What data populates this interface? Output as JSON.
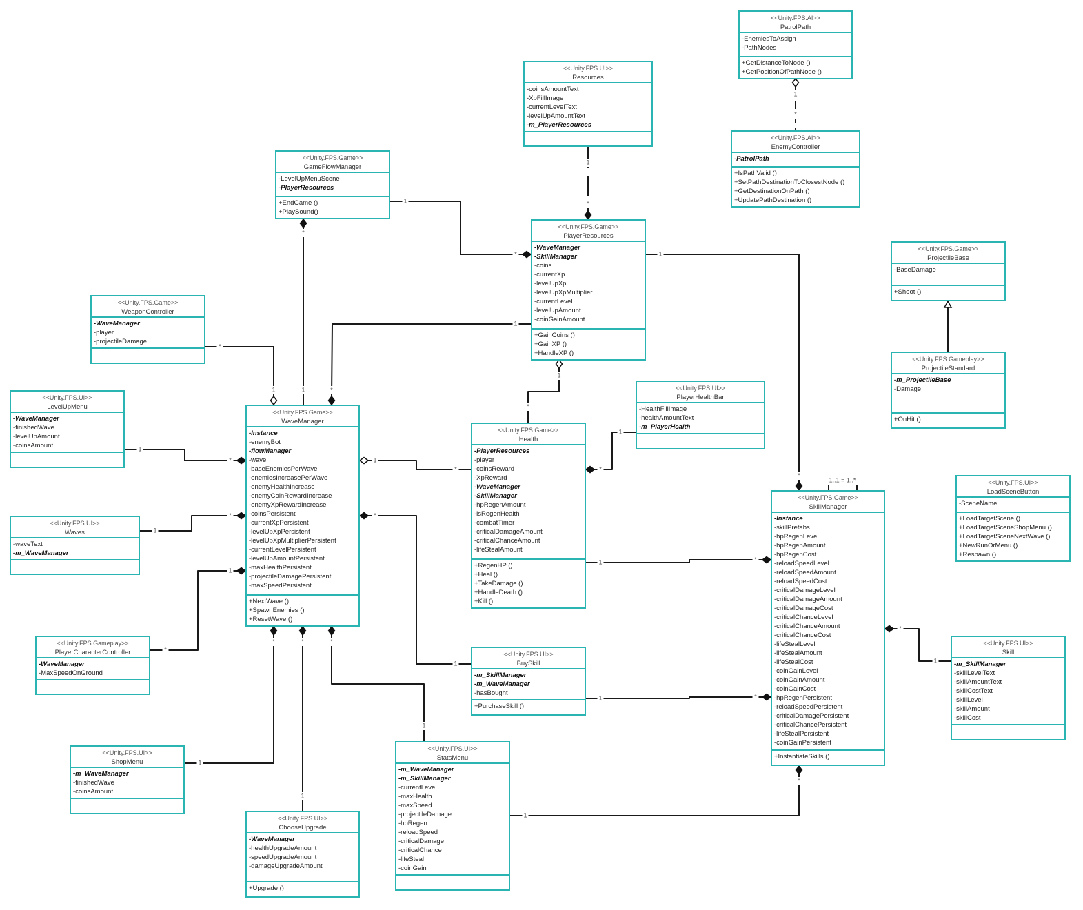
{
  "classes": [
    {
      "id": "PatrolPath",
      "stereotype": "<<Unity.FPS.AI>>",
      "name": "PatrolPath",
      "attributes": [
        {
          "text": "-EnemiesToAssign",
          "bold": false
        },
        {
          "text": "-PathNodes",
          "bold": false
        }
      ],
      "methods": [
        "+GetDistanceToNode ()",
        "+GetPositionOfPathNode ()"
      ]
    },
    {
      "id": "Resources",
      "stereotype": "<<Unity.FPS.UI>>",
      "name": "Resources",
      "attributes": [
        {
          "text": "-coinsAmountText",
          "bold": false
        },
        {
          "text": "-XpFillImage",
          "bold": false
        },
        {
          "text": "-currentLevelText",
          "bold": false
        },
        {
          "text": "-levelUpAmountText",
          "bold": false
        },
        {
          "text": "-m_PlayerResources",
          "bold": true
        }
      ],
      "methods": []
    },
    {
      "id": "EnemyController",
      "stereotype": "<<Unity.FPS.AI>>",
      "name": "EnemyController",
      "attributes": [
        {
          "text": "-PatrolPath",
          "bold": true
        }
      ],
      "methods": [
        "+IsPathValid ()",
        "+SetPathDestinationToClosestNode ()",
        "+GetDestinationOnPath ()",
        "+UpdatePathDestination ()"
      ]
    },
    {
      "id": "GameFlowManager",
      "stereotype": "<<Unity.FPS.Game>>",
      "name": "GameFlowManager",
      "attributes": [
        {
          "text": "-LevelUpMenuScene",
          "bold": false
        },
        {
          "text": "-PlayerResources",
          "bold": true
        }
      ],
      "methods": [
        "+EndGame ()",
        "+PlaySound()"
      ]
    },
    {
      "id": "PlayerResources",
      "stereotype": "<<Unity.FPS.Game>>",
      "name": "PlayerResources",
      "attributes": [
        {
          "text": "-WaveManager",
          "bold": true
        },
        {
          "text": "-SkillManager",
          "bold": true
        },
        {
          "text": "-coins",
          "bold": false
        },
        {
          "text": "-currentXp",
          "bold": false
        },
        {
          "text": "-levelUpXp",
          "bold": false
        },
        {
          "text": "-levelUpXpMultiplier",
          "bold": false
        },
        {
          "text": "-currentLevel",
          "bold": false
        },
        {
          "text": "-levelUpAmount",
          "bold": false
        },
        {
          "text": "-coinGainAmount",
          "bold": false
        }
      ],
      "methods": [
        "+GainCoins ()",
        "+GainXP ()",
        "+HandleXP ()"
      ]
    },
    {
      "id": "ProjectileBase",
      "stereotype": "<<Unity.FPS.Game>>",
      "name": "ProjectileBase",
      "attributes": [
        {
          "text": "-BaseDamage",
          "bold": false
        }
      ],
      "methods": [
        "+Shoot ()"
      ]
    },
    {
      "id": "WeaponController",
      "stereotype": "<<Unity.FPS.Game>>",
      "name": "WeaponController",
      "attributes": [
        {
          "text": "-WaveManager",
          "bold": true
        },
        {
          "text": "-player",
          "bold": false
        },
        {
          "text": "-projectileDamage",
          "bold": false
        }
      ],
      "methods": []
    },
    {
      "id": "ProjectileStandard",
      "stereotype": "<<Unity.FPS.Gameplay>>",
      "name": "ProjectileStandard",
      "attributes": [
        {
          "text": "-m_ProjectileBase",
          "bold": true
        },
        {
          "text": "-Damage",
          "bold": false
        }
      ],
      "methods": [
        "+OnHit ()"
      ]
    },
    {
      "id": "PlayerHealthBar",
      "stereotype": "<<Unity.FPS.UI>>",
      "name": "PlayerHealthBar",
      "attributes": [
        {
          "text": "-HealthFillImage",
          "bold": false
        },
        {
          "text": "-healthAmountText",
          "bold": false
        },
        {
          "text": "-m_PlayerHealth",
          "bold": true
        }
      ],
      "methods": []
    },
    {
      "id": "LevelUpMenu",
      "stereotype": "<<Unity.FPS.UI>>",
      "name": "LevelUpMenu",
      "attributes": [
        {
          "text": "-WaveManager",
          "bold": true
        },
        {
          "text": "-finishedWave",
          "bold": false
        },
        {
          "text": "-levelUpAmount",
          "bold": false
        },
        {
          "text": "-coinsAmount",
          "bold": false
        }
      ],
      "methods": []
    },
    {
      "id": "WaveManager",
      "stereotype": "<<Unity.FPS.Game>>",
      "name": "WaveManager",
      "attributes": [
        {
          "text": "-Instance",
          "bold": true
        },
        {
          "text": "-enemyBot",
          "bold": false
        },
        {
          "text": "-flowManager",
          "bold": true
        },
        {
          "text": "-wave",
          "bold": false
        },
        {
          "text": "-baseEnemiesPerWave",
          "bold": false
        },
        {
          "text": "-enemiesIncreasePerWave",
          "bold": false
        },
        {
          "text": "-enemyHealthIncrease",
          "bold": false
        },
        {
          "text": "-enemyCoinRewardIncrease",
          "bold": false
        },
        {
          "text": "-enemyXpRewardIncrease",
          "bold": false
        },
        {
          "text": "-coinsPersistent",
          "bold": false
        },
        {
          "text": "-currentXpPersistent",
          "bold": false
        },
        {
          "text": "-levelUpXpPersistent",
          "bold": false
        },
        {
          "text": "-levelUpXpMultiplierPersistent",
          "bold": false
        },
        {
          "text": "-currentLevelPersistent",
          "bold": false
        },
        {
          "text": "-levelUpAmountPersistent",
          "bold": false
        },
        {
          "text": "-maxHealthPersistent",
          "bold": false
        },
        {
          "text": "-projectileDamagePersistent",
          "bold": false
        },
        {
          "text": "-maxSpeedPersistent",
          "bold": false
        }
      ],
      "methods": [
        "+NextWave ()",
        "+SpawnEnemies ()",
        "+ResetWave ()"
      ]
    },
    {
      "id": "Health",
      "stereotype": "<<Unity.FPS.Game>>",
      "name": "Health",
      "attributes": [
        {
          "text": "-PlayerResources",
          "bold": true
        },
        {
          "text": "-player",
          "bold": false
        },
        {
          "text": "-coinsReward",
          "bold": false
        },
        {
          "text": "-XpReward",
          "bold": false
        },
        {
          "text": "-WaveManager",
          "bold": true
        },
        {
          "text": "-SkillManager",
          "bold": true
        },
        {
          "text": "-hpRegenAmount",
          "bold": false
        },
        {
          "text": "-isRegenHealth",
          "bold": false
        },
        {
          "text": "-combatTimer",
          "bold": false
        },
        {
          "text": "-criticalDamageAmount",
          "bold": false
        },
        {
          "text": "-criticalChanceAmount",
          "bold": false
        },
        {
          "text": "-lifeStealAmount",
          "bold": false
        }
      ],
      "methods": [
        "+RegenHP ()",
        "+Heal ()",
        "+TakeDamage ()",
        "+HandleDeath ()",
        "+Kill ()"
      ]
    },
    {
      "id": "LoadSceneButton",
      "stereotype": "<<Unity.FPS.UI>>",
      "name": "LoadSceneButton",
      "attributes": [
        {
          "text": "-SceneName",
          "bold": false
        }
      ],
      "methods": [
        "+LoadTargetScene ()",
        "+LoadTargetSceneShopMenu ()",
        "+LoadTargetSceneNextWave ()",
        "+NewRunOrMenu ()",
        "+Respawn ()"
      ]
    },
    {
      "id": "SkillManager",
      "stereotype": "<<Unity.FPS.Game>>",
      "name": "SkillManager",
      "attributes": [
        {
          "text": "-Instance",
          "bold": true
        },
        {
          "text": "-skillPrefabs",
          "bold": false
        },
        {
          "text": "-hpRegenLevel",
          "bold": false
        },
        {
          "text": "-hpRegenAmount",
          "bold": false
        },
        {
          "text": "-hpRegenCost",
          "bold": false
        },
        {
          "text": "-reloadSpeedLevel",
          "bold": false
        },
        {
          "text": "-reloadSpeedAmount",
          "bold": false
        },
        {
          "text": "-reloadSpeedCost",
          "bold": false
        },
        {
          "text": "-criticalDamageLevel",
          "bold": false
        },
        {
          "text": "-criticalDamageAmount",
          "bold": false
        },
        {
          "text": "-criticalDamageCost",
          "bold": false
        },
        {
          "text": "-criticalChanceLevel",
          "bold": false
        },
        {
          "text": "-criticalChanceAmount",
          "bold": false
        },
        {
          "text": "-criticalChanceCost",
          "bold": false
        },
        {
          "text": "-lifeStealLevel",
          "bold": false
        },
        {
          "text": "-lifeStealAmount",
          "bold": false
        },
        {
          "text": "-lifeStealCost",
          "bold": false
        },
        {
          "text": "-coinGainLevel",
          "bold": false
        },
        {
          "text": "-coinGainAmount",
          "bold": false
        },
        {
          "text": "-coinGainCost",
          "bold": false
        },
        {
          "text": "-hpRegenPersistent",
          "bold": false
        },
        {
          "text": "-reloadSpeedPersistent",
          "bold": false
        },
        {
          "text": "-criticalDamagePersistent",
          "bold": false
        },
        {
          "text": "-criticalChancePersistent",
          "bold": false
        },
        {
          "text": "-lifeStealPersistent",
          "bold": false
        },
        {
          "text": "-coinGainPersistent",
          "bold": false
        }
      ],
      "methods": [
        "+InstantiateSkills ()"
      ]
    },
    {
      "id": "Waves",
      "stereotype": "<<Unity.FPS.UI>>",
      "name": "Waves",
      "attributes": [
        {
          "text": "-waveText",
          "bold": false
        },
        {
          "text": "-m_WaveManager",
          "bold": true
        }
      ],
      "methods": []
    },
    {
      "id": "PlayerCharacterController",
      "stereotype": "<<Unity.FPS.Gameplay>>",
      "name": "PlayerCharacterController",
      "attributes": [
        {
          "text": "-WaveManager",
          "bold": true
        },
        {
          "text": "-MaxSpeedOnGround",
          "bold": false
        }
      ],
      "methods": []
    },
    {
      "id": "Skill",
      "stereotype": "<<Unity.FPS.UI>>",
      "name": "Skill",
      "attributes": [
        {
          "text": "-m_SkillManager",
          "bold": true
        },
        {
          "text": "-skillLevelText",
          "bold": false
        },
        {
          "text": "-skillAmountText",
          "bold": false
        },
        {
          "text": "-skillCostText",
          "bold": false
        },
        {
          "text": "-skillLevel",
          "bold": false
        },
        {
          "text": "-skillAmount",
          "bold": false
        },
        {
          "text": "-skillCost",
          "bold": false
        }
      ],
      "methods": []
    },
    {
      "id": "BuySkill",
      "stereotype": "<<Unity.FPS.UI>>",
      "name": "BuySkill",
      "attributes": [
        {
          "text": "-m_SkillManager",
          "bold": true
        },
        {
          "text": "-m_WaveManager",
          "bold": true
        },
        {
          "text": "-hasBought",
          "bold": false
        }
      ],
      "methods": [
        "+PurchaseSkill ()"
      ]
    },
    {
      "id": "StatsMenu",
      "stereotype": "<<Unity.FPS.UI>>",
      "name": "StatsMenu",
      "attributes": [
        {
          "text": "-m_WaveManager",
          "bold": true
        },
        {
          "text": "-m_SkillManager",
          "bold": true
        },
        {
          "text": "-currentLevel",
          "bold": false
        },
        {
          "text": "-maxHealth",
          "bold": false
        },
        {
          "text": "-maxSpeed",
          "bold": false
        },
        {
          "text": "-projectileDamage",
          "bold": false
        },
        {
          "text": "-hpRegen",
          "bold": false
        },
        {
          "text": "-reloadSpeed",
          "bold": false
        },
        {
          "text": "-criticalDamage",
          "bold": false
        },
        {
          "text": "-criticalChance",
          "bold": false
        },
        {
          "text": "-lifeSteal",
          "bold": false
        },
        {
          "text": "-coinGain",
          "bold": false
        }
      ],
      "methods": []
    },
    {
      "id": "ShopMenu",
      "stereotype": "<<Unity.FPS.UI>>",
      "name": "ShopMenu",
      "attributes": [
        {
          "text": "-m_WaveManager",
          "bold": true
        },
        {
          "text": "-finishedWave",
          "bold": false
        },
        {
          "text": "-coinsAmount",
          "bold": false
        }
      ],
      "methods": []
    },
    {
      "id": "ChooseUpgrade",
      "stereotype": "<<Unity.FPS.UI>>",
      "name": "ChooseUpgrade",
      "attributes": [
        {
          "text": "-WaveManager",
          "bold": true
        },
        {
          "text": "-healthUpgradeAmount",
          "bold": false
        },
        {
          "text": "-speedUpgradeAmount",
          "bold": false
        },
        {
          "text": "-damageUpgradeAmount",
          "bold": false
        }
      ],
      "methods": [
        "+Upgrade ()"
      ]
    }
  ],
  "multiplicities": [
    "1",
    "*",
    "1",
    "*",
    "1",
    "*",
    "*",
    "1",
    "*",
    "1",
    "1",
    "*",
    "1",
    "*",
    "1",
    "*",
    "1",
    "*",
    "*",
    "1",
    "*",
    "1",
    "1",
    "*",
    "*",
    "1",
    "1",
    "*",
    "1",
    "*",
    "1",
    "*",
    "*",
    "1",
    "*",
    "1",
    "*",
    "1",
    "*",
    "1",
    "*",
    "1",
    "1..1 = 1..*"
  ]
}
